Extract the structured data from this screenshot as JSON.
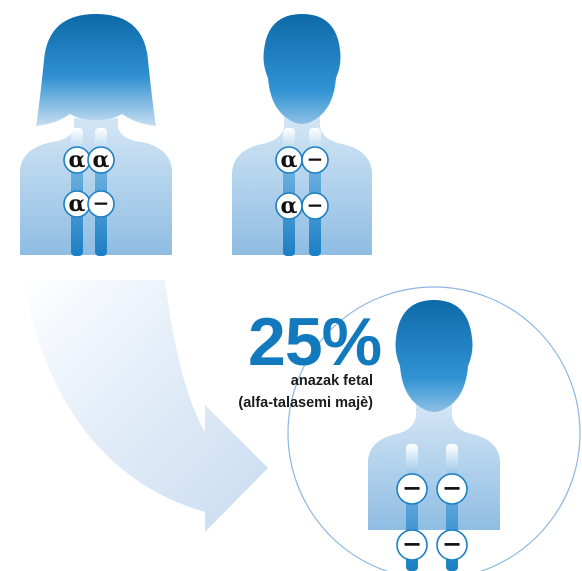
{
  "colors": {
    "head_dark": "#0f6fae",
    "body_light": "#a9cdea",
    "chromosome": "#2b8ccd",
    "percent_text": "#1279bd",
    "arrow": "#d3e3f4",
    "circle_stroke": "#8db6e2"
  },
  "parents": [
    {
      "figure": "female-silhouette",
      "chromosomes": [
        [
          "α",
          "α"
        ],
        [
          "α",
          "−"
        ]
      ]
    },
    {
      "figure": "male-silhouette",
      "chromosomes": [
        [
          "α",
          "−"
        ],
        [
          "α",
          "−"
        ]
      ]
    }
  ],
  "outcome": {
    "percent": "25%",
    "caption_line1": "anazak fetal",
    "caption_line2": "(alfa-talasemi majè)",
    "chromosomes": [
      [
        "−",
        "−"
      ],
      [
        "−",
        "−"
      ]
    ]
  }
}
